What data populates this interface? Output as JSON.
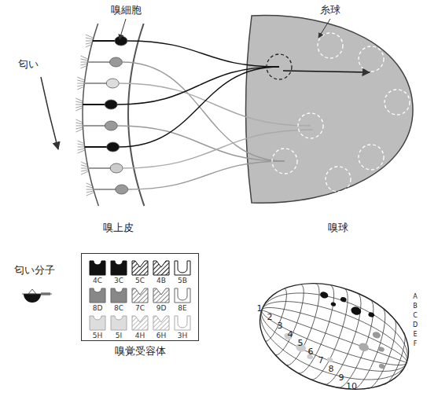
{
  "diagram": {
    "nodes": [
      {
        "text": [
          "嗅覚受容体"
        ]
      }
    ],
    "labels": [
      "嗅細胞",
      "糸球",
      "匂い",
      "嗅上皮",
      "嗅球",
      "匂い分子",
      "4C",
      "3C",
      "5C",
      "4B",
      "5B",
      "8D",
      "8C",
      "7C",
      "9D",
      "8E",
      "5H",
      "5I",
      "4H",
      "6H",
      "3H",
      "1",
      "2",
      "3",
      "4",
      "5",
      "6",
      "7",
      "8",
      "9",
      "10",
      "A",
      "B",
      "C",
      "D",
      "E",
      "F"
    ]
  }
}
